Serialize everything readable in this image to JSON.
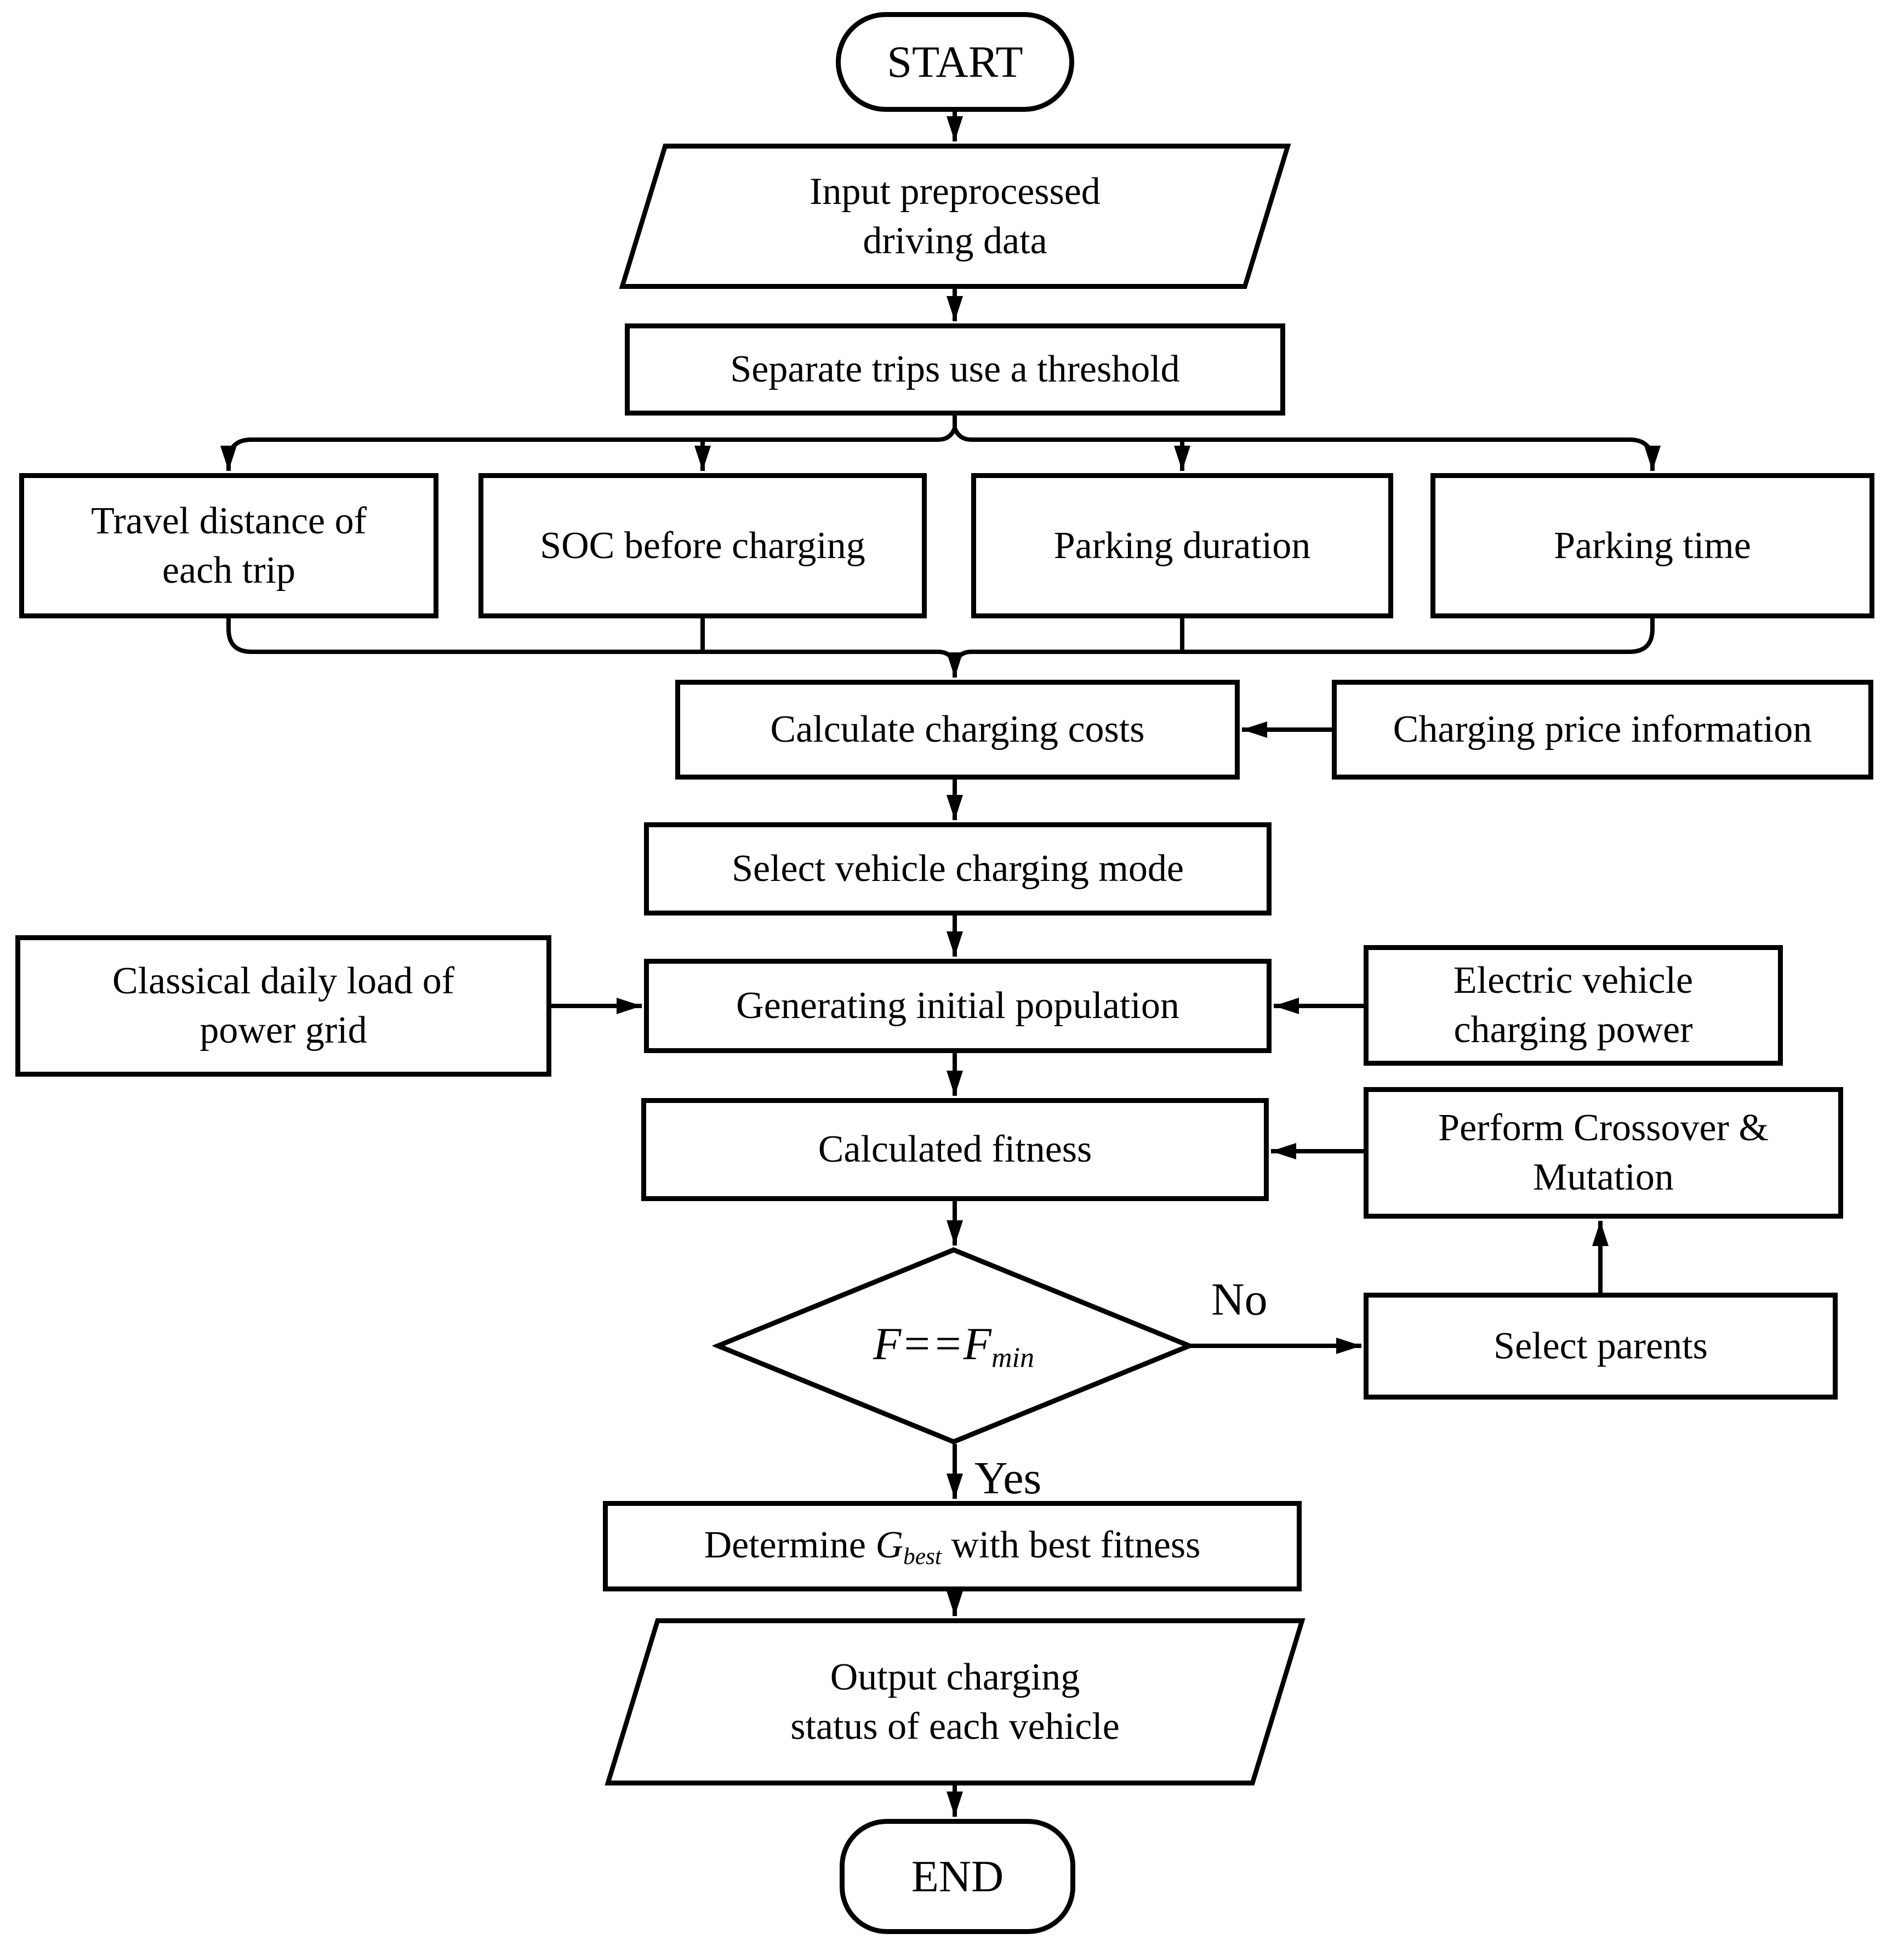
{
  "title": "EV charging optimization genetic algorithm flowchart",
  "colors": {
    "stroke": "#000000",
    "fill": "#ffffff"
  },
  "nodes": {
    "start": {
      "label": "START"
    },
    "input_data": {
      "lines": [
        "Input preprocessed",
        "driving data"
      ]
    },
    "separate_trips": {
      "label": "Separate trips use a threshold"
    },
    "travel_distance": {
      "lines": [
        "Travel distance of",
        "each trip"
      ]
    },
    "soc_before": {
      "label": "SOC before charging"
    },
    "parking_duration": {
      "label": "Parking duration"
    },
    "parking_time": {
      "label": "Parking time"
    },
    "calc_costs": {
      "label": "Calculate charging costs"
    },
    "price_info": {
      "label": "Charging price information"
    },
    "select_mode": {
      "label": "Select vehicle charging mode"
    },
    "classical_load": {
      "lines": [
        "Classical daily load of",
        "power grid"
      ]
    },
    "gen_population": {
      "label": "Generating initial population"
    },
    "ev_power": {
      "lines": [
        "Electric vehicle",
        "charging power"
      ]
    },
    "calc_fitness": {
      "label": "Calculated fitness"
    },
    "crossover": {
      "lines": [
        "Perform Crossover &",
        "Mutation"
      ]
    },
    "decision": {
      "f1": "F",
      "op": "==",
      "f2": "F",
      "sub": "min"
    },
    "select_parents": {
      "label": "Select parents"
    },
    "determine_best": {
      "pre": "Determine ",
      "g": "G",
      "sub": "best",
      "post": " with best fitness"
    },
    "output_status": {
      "lines": [
        "Output charging",
        "status of each vehicle"
      ]
    },
    "end": {
      "label": "END"
    }
  },
  "edge_labels": {
    "no": "No",
    "yes": "Yes"
  }
}
